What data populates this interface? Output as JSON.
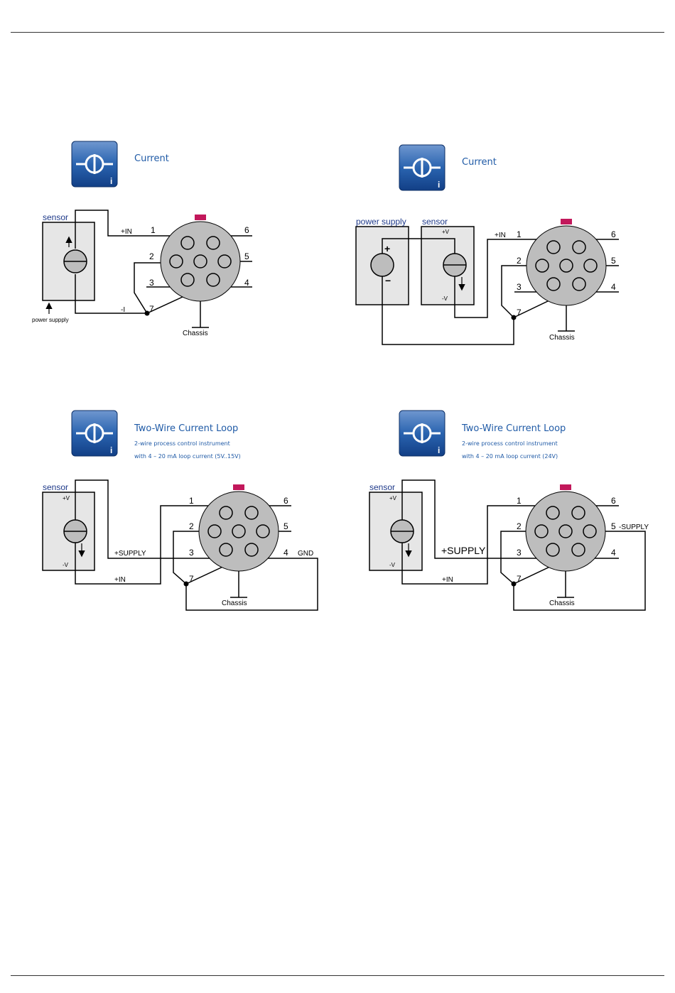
{
  "diagrams": [
    {
      "title": "Current",
      "sensor_label": "sensor",
      "power_label": "power suppply",
      "wire_labels": {
        "plus_in": "+IN",
        "minus_i": "-I"
      },
      "chassis": "Chassis"
    },
    {
      "title": "Current",
      "power_supply_label": "power supply",
      "sensor_label": "sensor",
      "plus_v": "+V",
      "minus_v": "-V",
      "plus_in": "+IN",
      "chassis": "Chassis"
    },
    {
      "title": "Two-Wire Current Loop",
      "subtitle1": "2-wire process control instrument",
      "subtitle2": "with 4 – 20 mA loop current (5V..15V)",
      "sensor_label": "sensor",
      "plus_v": "+V",
      "minus_v": "-V",
      "supply": "+SUPPLY",
      "plus_in": "+IN",
      "gnd": "GND",
      "chassis": "Chassis"
    },
    {
      "title": "Two-Wire Current Loop",
      "subtitle1": "2-wire process control instrument",
      "subtitle2": "with 4 – 20 mA loop current (24V)",
      "sensor_label": "sensor",
      "plus_v": "+V",
      "minus_v": "-V",
      "supply": "+SUPPLY",
      "minus_supply": "-SUPPLY",
      "plus_in": "+IN",
      "chassis": "Chassis"
    }
  ],
  "pins": [
    "1",
    "2",
    "3",
    "4",
    "5",
    "6",
    "7"
  ],
  "colors": {
    "icon_blue": "#1f5aa6",
    "connector_grey": "#bdbdbd",
    "key_red": "#c2185b",
    "box_grey": "#e6e6e6"
  }
}
